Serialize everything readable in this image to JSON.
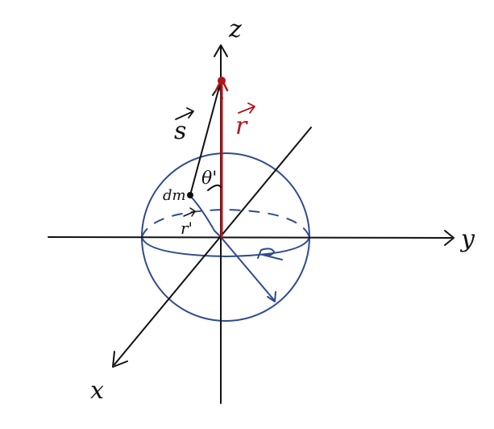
{
  "colors": {
    "axis_ink": "#111111",
    "sphere_ink": "#2f4b8c",
    "vector_r": "#b0151b"
  },
  "labels": {
    "z_axis": "z",
    "y_axis": "y",
    "x_axis": "x",
    "s_vector": "s",
    "r_vector": "r",
    "r_prime": "r'",
    "theta_prime": "θ'",
    "mass_element": "dm",
    "radius": "R"
  }
}
